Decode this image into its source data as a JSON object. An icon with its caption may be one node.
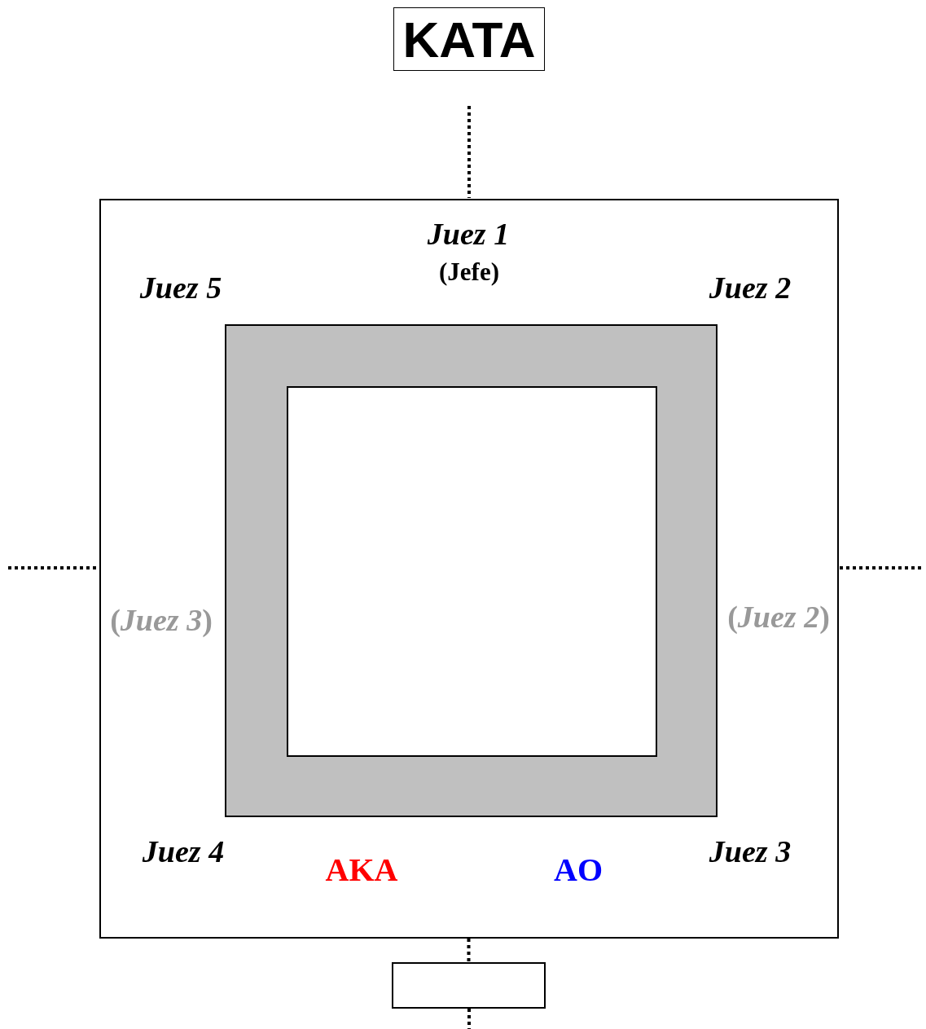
{
  "diagram": {
    "nodes": [
      {
        "text": [
          "KATA"
        ]
      },
      {
        "text": [],
        "shape": "box"
      },
      {
        "text": [],
        "shape": "box",
        "in": 1
      },
      {
        "text": [],
        "shape": "box",
        "in": 2
      },
      {
        "text": [],
        "shape": "box"
      }
    ],
    "edges": [
      {
        "from": 1,
        "to": 4,
        "arrow": "none",
        "style": "dashed"
      }
    ],
    "labels": [
      "Juez 1",
      "(Jefe)",
      "Juez 5",
      "Juez 2",
      "(*Juez 3*)",
      "(*Juez 2*)",
      "Juez 4",
      "AKA",
      "AO",
      "Juez 3"
    ]
  }
}
